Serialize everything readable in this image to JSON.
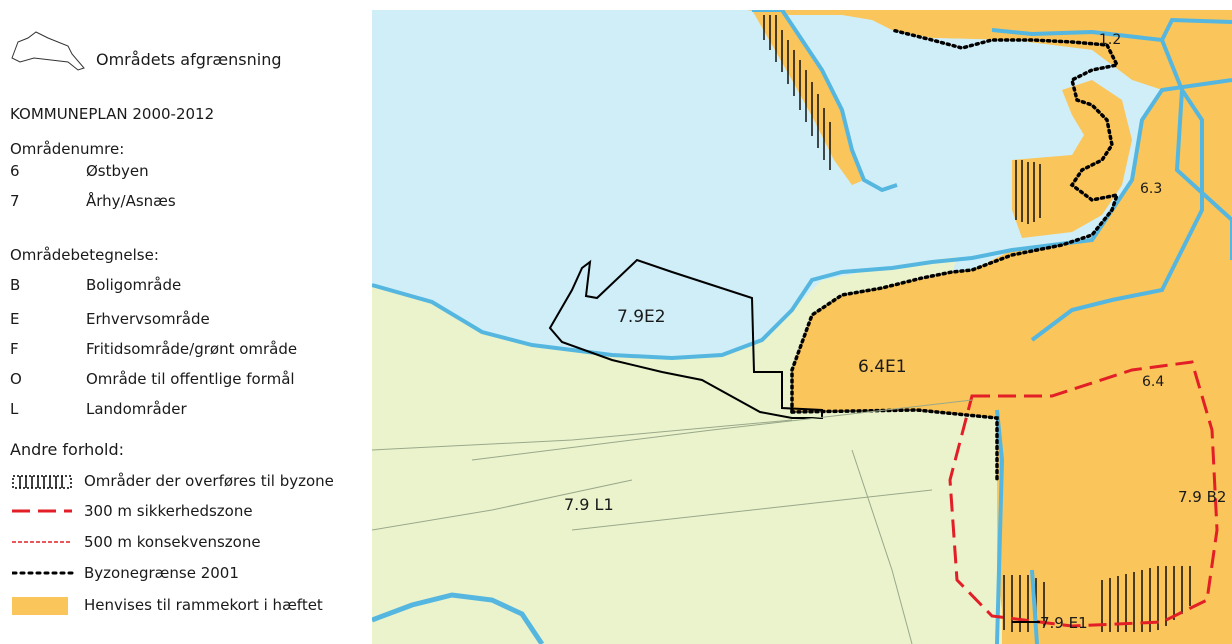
{
  "legend": {
    "boundary_label": "Områdets afgrænsning",
    "plan_title": "KOMMUNEPLAN 2000-2012",
    "area_numbers": {
      "heading": "Områdenumre:",
      "items": [
        {
          "code": "6",
          "name": "Østbyen"
        },
        {
          "code": "7",
          "name": "Århy/Asnæs"
        }
      ]
    },
    "area_designation": {
      "heading": "Områdebetegnelse:",
      "items": [
        {
          "code": "B",
          "name": "Boligområde"
        },
        {
          "code": "E",
          "name": "Erhvervsområde"
        },
        {
          "code": "F",
          "name": "Fritidsområde/grønt område"
        },
        {
          "code": "O",
          "name": "Område til offentlige formål"
        },
        {
          "code": "L",
          "name": "Landområder"
        }
      ]
    },
    "other": {
      "heading": "Andre forhold:",
      "items": [
        {
          "symbol": "hatch-icon",
          "label": "Områder der overføres til byzone"
        },
        {
          "symbol": "red-long-dash-icon",
          "label": "300 m sikkerhedszone"
        },
        {
          "symbol": "red-short-dash-icon",
          "label": "500 m konsekvenszone"
        },
        {
          "symbol": "black-dotted-icon",
          "label": "Byzonegrænse 2001"
        },
        {
          "symbol": "orange-fill-icon",
          "label": "Henvises til rammekort i hæftet"
        }
      ]
    }
  },
  "map": {
    "labels": {
      "l_1_2": "1.2",
      "l_6_3": "6.3",
      "l_7_9e2": "7.9E2",
      "l_6_4e1": "6.4E1",
      "l_6_4": "6.4",
      "l_7_9b2": "7.9 B2",
      "l_7_9l1": "7.9 L1",
      "l_7_9e1": "7.9 E1"
    }
  },
  "colors": {
    "water": "#cfeef8",
    "land": "#eaf3cc",
    "urban": "#fac55a",
    "coast": "#55b6e0",
    "safety_zone": "#e21e26",
    "boundary": "#000000"
  }
}
